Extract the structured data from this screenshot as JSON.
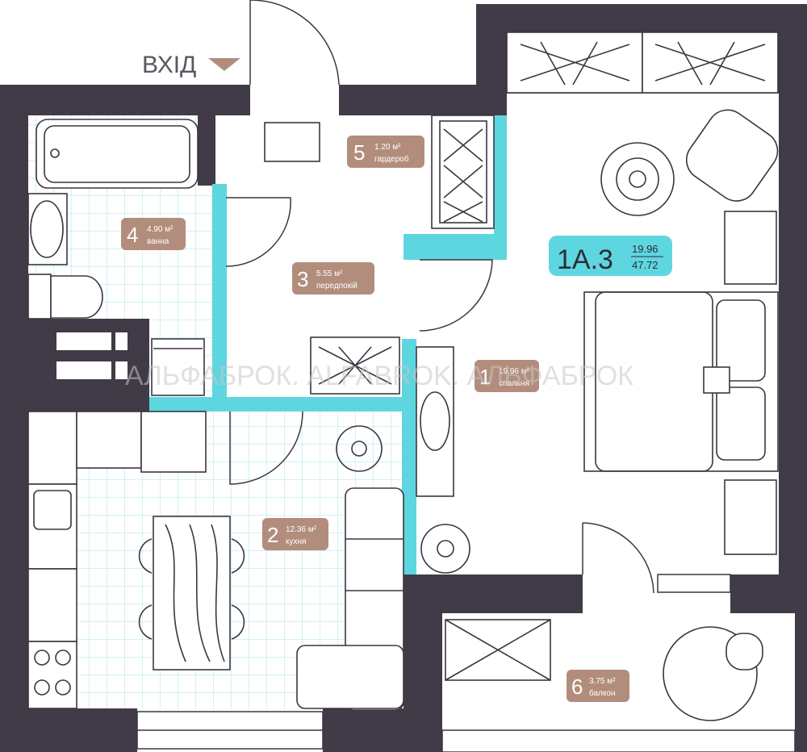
{
  "entrance": {
    "label": "ВХІД"
  },
  "apartment": {
    "code": "1A.3",
    "living_area": "19.96",
    "total_area": "47.72"
  },
  "rooms": [
    {
      "id": "5",
      "number": "5",
      "area": "1.20 м²",
      "name": "гардероб"
    },
    {
      "id": "4",
      "number": "4",
      "area": "4.90 м²",
      "name": "ванна"
    },
    {
      "id": "3",
      "number": "3",
      "area": "5.55 м²",
      "name": "передпокій"
    },
    {
      "id": "1",
      "number": "1",
      "area": "19.96 м²",
      "name": "спальня"
    },
    {
      "id": "2",
      "number": "2",
      "area": "12.36 м²",
      "name": "кухня"
    },
    {
      "id": "6",
      "number": "6",
      "area": "3.75 м²",
      "name": "балкон"
    }
  ],
  "watermark": "АЛЬФАБРОК. ALFABROK. АЛЬФАБРОК",
  "colors": {
    "wall": "#413b48",
    "accent": "#5ed6df",
    "badge": "#b38d7c",
    "tile": "#a4e6ec",
    "furniture": "#3a3640"
  }
}
